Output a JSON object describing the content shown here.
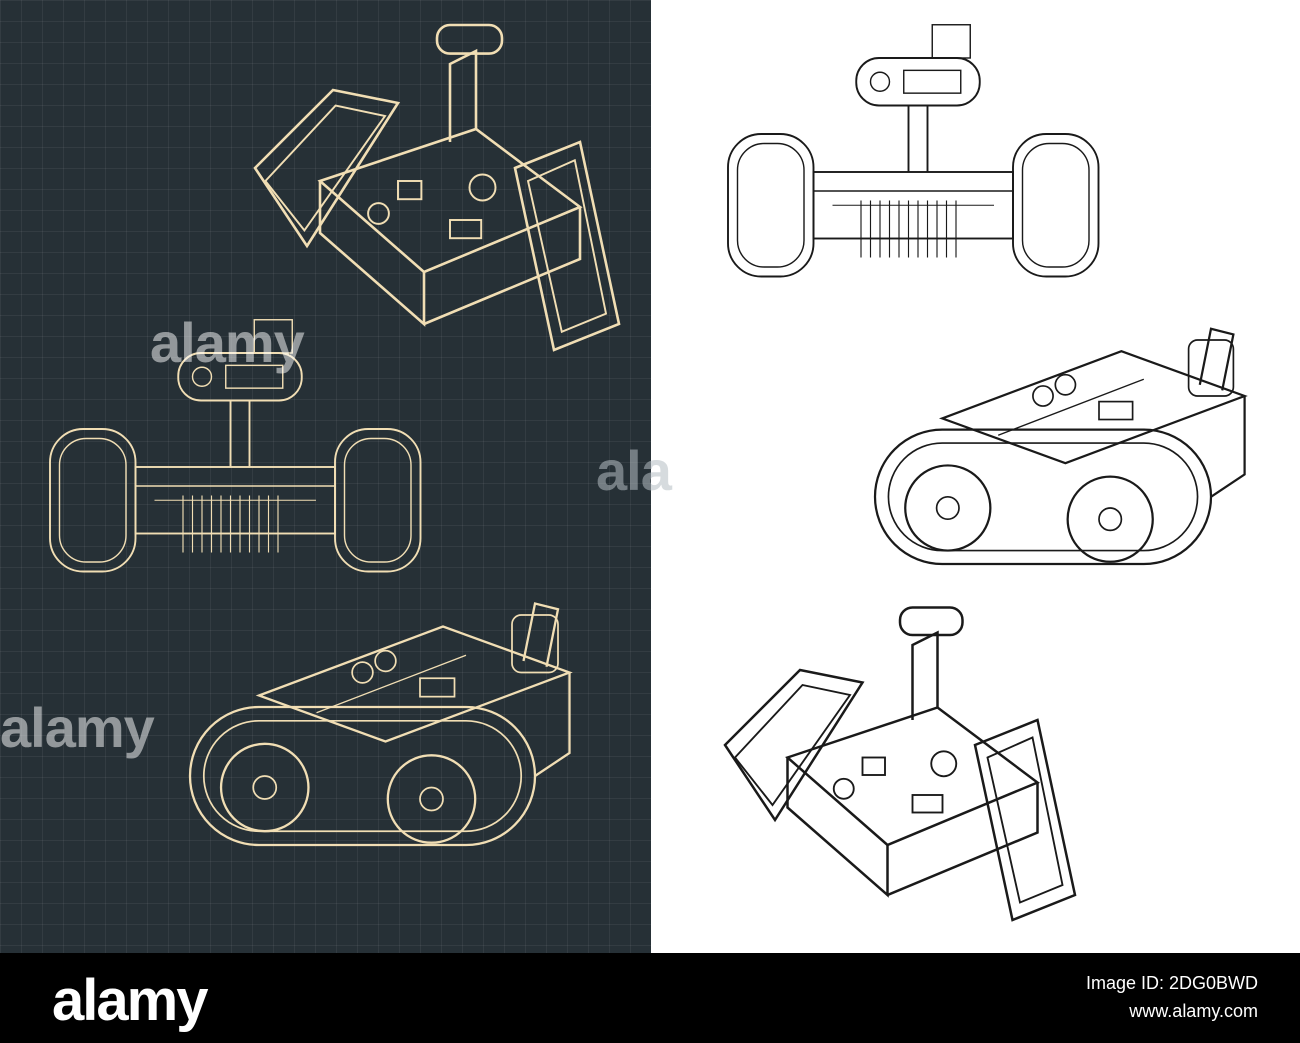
{
  "watermarks": [
    "alamy",
    "alamy",
    "ala"
  ],
  "footer": {
    "logo": "alamy",
    "image_id_label": "Image ID: 2DG0BWD",
    "site": "www.alamy.com"
  },
  "colors": {
    "blueprint_bg": "#263036",
    "blueprint_line": "#f1deb4",
    "sketch_line": "#1a1a1a"
  }
}
